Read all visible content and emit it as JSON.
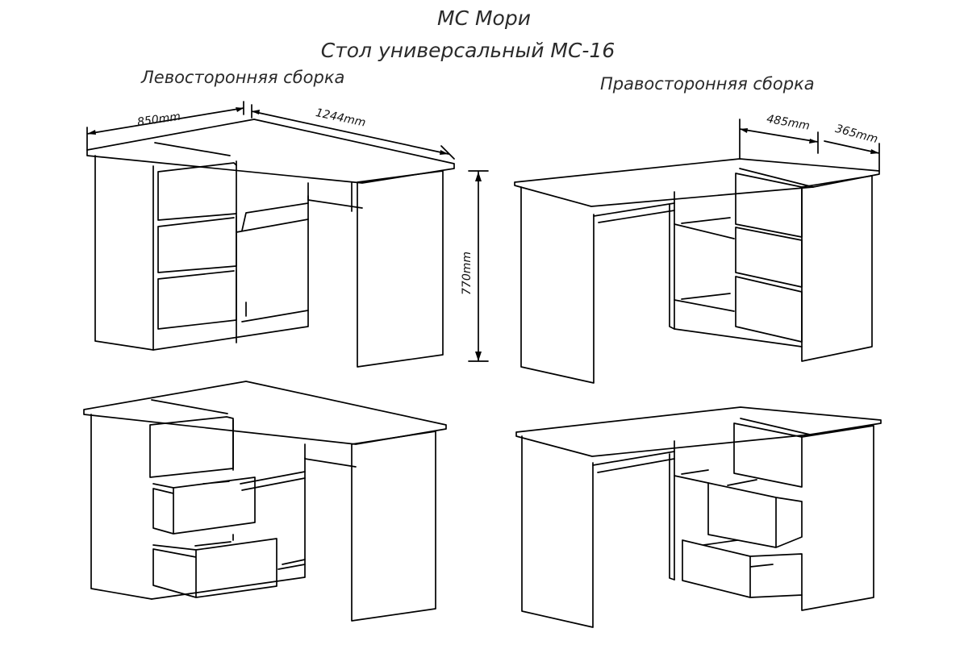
{
  "header": {
    "brand": "МС Мори",
    "product": "Стол универсальный МС-16"
  },
  "views": {
    "left_assembly_label": "Левосторонняя сборка",
    "right_assembly_label": "Правосторонняя сборка"
  },
  "dimensions": {
    "left_depth": "850mm",
    "left_length": "1244mm",
    "height": "770mm",
    "right_top": "485mm",
    "right_depth": "365mm"
  },
  "colors": {
    "line": "#000000",
    "background": "#ffffff"
  }
}
